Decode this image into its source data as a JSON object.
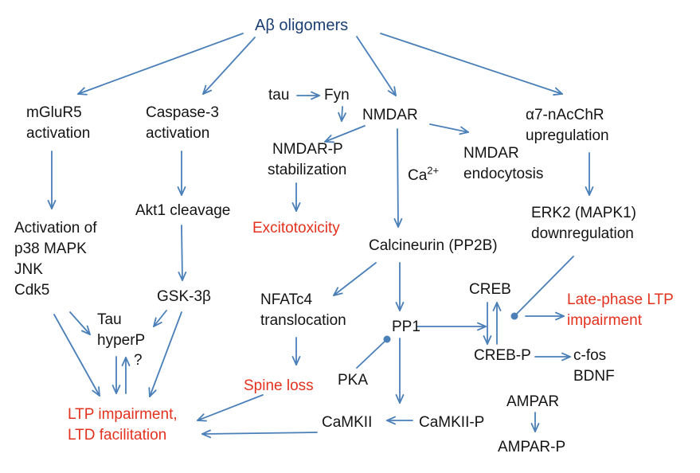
{
  "colors": {
    "arrow": "#4a7fb8",
    "text": "#141414",
    "highlight": "#e3321e",
    "title": "#1c3f73"
  },
  "nodes": {
    "abeta": "Aβ oligomers",
    "mglur5": [
      "mGluR5",
      "activation"
    ],
    "casp3": [
      "Caspase-3",
      "activation"
    ],
    "tau": "tau",
    "fyn": "Fyn",
    "nmdar": "NMDAR",
    "a7": [
      "α7-nAcChR",
      "upregulation"
    ],
    "nmdarp": [
      "NMDAR-P",
      "stabilization"
    ],
    "ca": "Ca",
    "ca_sup": "2+",
    "endo": [
      "NMDAR",
      "endocytosis"
    ],
    "p38": [
      "Activation of",
      "p38 MAPK",
      "JNK",
      "Cdk5"
    ],
    "akt": "Akt1 cleavage",
    "excito": "Excitotoxicity",
    "erk": [
      "ERK2 (MAPK1)",
      "downregulation"
    ],
    "calcin": "Calcineurin (PP2B)",
    "gsk": "GSK-3β",
    "nfat": [
      "NFATc4",
      "translocation"
    ],
    "creb": "CREB",
    "latelpt": [
      "Late-phase LTP",
      "impairment"
    ],
    "tauh": [
      "Tau",
      "hyperP"
    ],
    "q": "?",
    "pp1": "PP1",
    "crebp": "CREB-P",
    "cfos": [
      "c-fos",
      "BDNF"
    ],
    "pka": "PKA",
    "spine": "Spine loss",
    "ltp": [
      "LTP impairment,",
      "LTD facilitation"
    ],
    "ampar": "AMPAR",
    "camkii": "CaMKII",
    "camkiip": "CaMKII-P",
    "amparp": "AMPAR-P"
  }
}
